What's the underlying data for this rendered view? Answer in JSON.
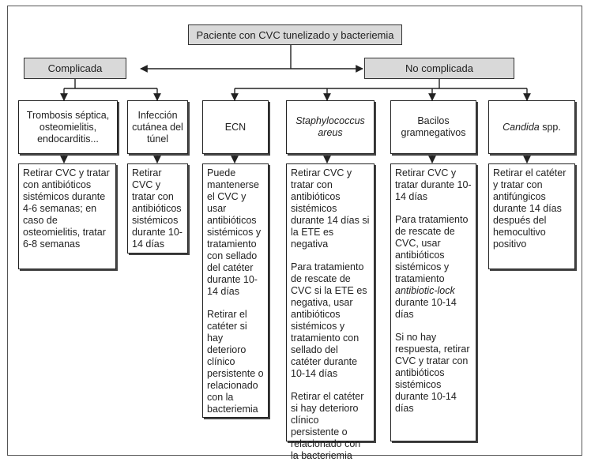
{
  "root": "Paciente con CVC tunelizado y bacteriemia",
  "complicated": {
    "label": "Complicada",
    "categories": [
      {
        "title": "Trombosis séptica, osteomielitis, endocarditis...",
        "paragraphs": [
          "Retirar CVC y tratar con antibióticos sistémicos durante 4-6 semanas; en caso de osteomielitis, tratar 6-8 semanas"
        ]
      },
      {
        "title": "Infección cutánea del túnel",
        "paragraphs": [
          "Retirar CVC y tratar con antibióticos sistémicos durante 10-14 días"
        ]
      }
    ]
  },
  "uncomplicated": {
    "label": "No complicada",
    "categories": [
      {
        "title": "ECN",
        "paragraphs": [
          "Puede mantenerse el CVC y usar antibióticos sistémicos y tratamiento con sellado del catéter durante 10-14 días",
          "Retirar el catéter si hay deterioro clínico persistente o relacionado con la bacteriemia"
        ]
      },
      {
        "title": "Staphylococcus areus",
        "paragraphs": [
          "Retirar CVC y tratar con antibióticos sistémicos durante 14 días si la ETE es negativa",
          "Para tratamiento de rescate de CVC si la ETE es negativa, usar antibióticos sistémicos y tratamiento con sellado del catéter durante 10-14 días",
          "Retirar el catéter si hay deterioro clínico persistente o relacionado con la bacteriemia"
        ]
      },
      {
        "title": "Bacilos gramnegativos",
        "paragraphs": [
          "Retirar CVC y tratar durante 10-14 días",
          "Para tratamiento de rescate de CVC, usar antibióticos sistémicos y tratamiento antibiotic-lock durante 10-14 días",
          "Si no hay respuesta, retirar CVC y tratar con antibióticos sistémicos durante 10-14 días"
        ]
      },
      {
        "title_italic": "Candida",
        "title_rest": " spp.",
        "paragraphs": [
          "Retirar el catéter y tratar con antifúngicos durante 14 días después del hemocultivo positivo"
        ]
      }
    ]
  }
}
